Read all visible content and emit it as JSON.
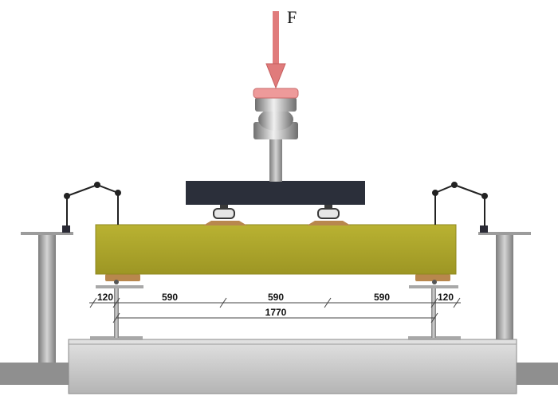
{
  "force": {
    "label": "F",
    "arrow_color": "#e07b7b"
  },
  "dimensions": {
    "left_overhang": "120",
    "span_left": "590",
    "span_middle": "590",
    "span_right": "590",
    "right_overhang": "120",
    "total_span": "1770"
  },
  "colors": {
    "beam": "#aaa22a",
    "spreader_beam": "#2b2f3a",
    "steel": "#9a9a9a",
    "base": "#c9c9c9",
    "bearing_pad": "#b8874d",
    "load_head": "#ee9a9a"
  }
}
